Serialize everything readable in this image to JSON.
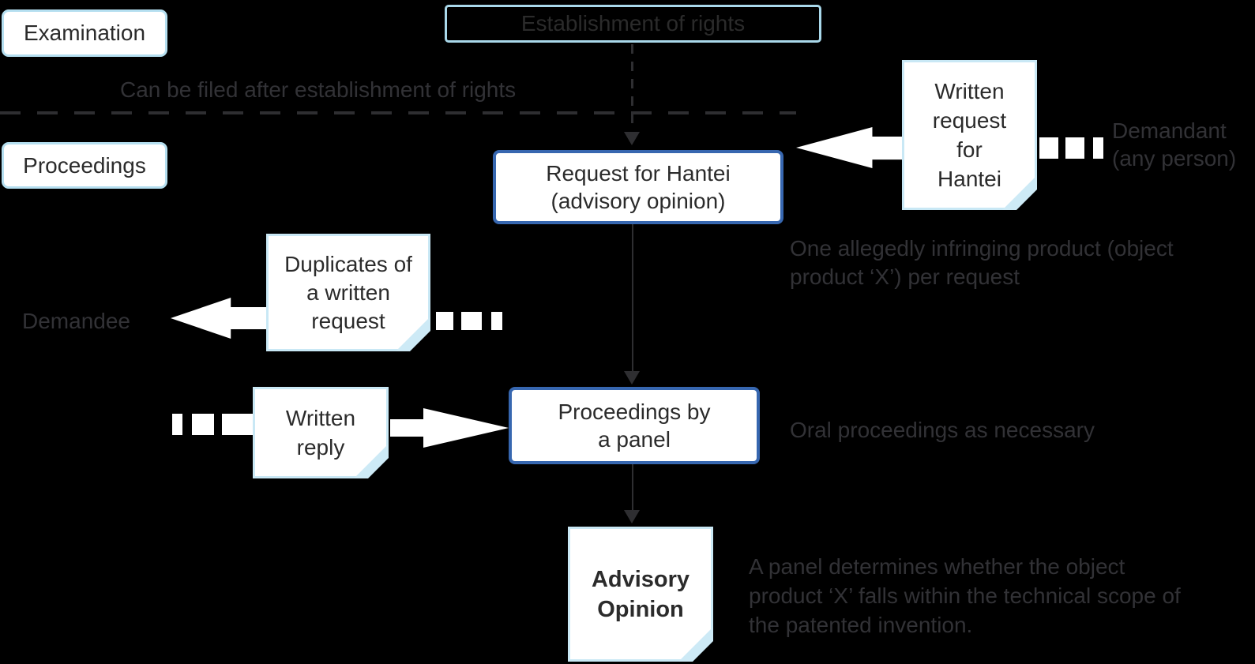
{
  "colors": {
    "background": "#000000",
    "process_box_border_blue": "#3767b0",
    "lane_box_border_light_blue": "#b5dff0",
    "document_border_light_blue": "#c9e8f5",
    "document_fold": "#cdeaf6",
    "box_fill": "#ffffff",
    "connector_dark": "#2e2e31",
    "annotation_text": "#323236",
    "box_text": "#2b2b2b"
  },
  "lanes": {
    "examination_label": "Examination",
    "proceedings_label": "Proceedings"
  },
  "timeline": {
    "establishment_label": "Establishment of rights",
    "can_be_filed_note": "Can be filed after establishment of rights"
  },
  "nodes": {
    "request": {
      "lines": [
        "Request for Hantei",
        "(advisory opinion)"
      ]
    },
    "panel": {
      "lines": [
        "Proceedings by",
        "a panel"
      ]
    },
    "written_request": {
      "lines": [
        "Written",
        "request",
        "for",
        "Hantei"
      ]
    },
    "duplicates": {
      "lines": [
        "Duplicates of",
        "a written",
        "request"
      ]
    },
    "written_reply": {
      "lines": [
        "Written",
        "reply"
      ]
    },
    "advisory": {
      "lines": [
        "Advisory",
        "Opinion"
      ]
    }
  },
  "actors": {
    "demandant": {
      "lines": [
        "Demandant",
        "(any person)"
      ]
    },
    "demandee": {
      "label": "Demandee"
    }
  },
  "annotations": {
    "one_per_request": {
      "lines": [
        "One allegedly infringing product (object",
        "product ‘X’) per request"
      ]
    },
    "oral": {
      "label": "Oral proceedings as necessary"
    },
    "panel_determines": {
      "lines": [
        "A panel determines whether the object",
        "product ‘X’ falls within the technical scope of",
        "the patented invention."
      ]
    }
  }
}
